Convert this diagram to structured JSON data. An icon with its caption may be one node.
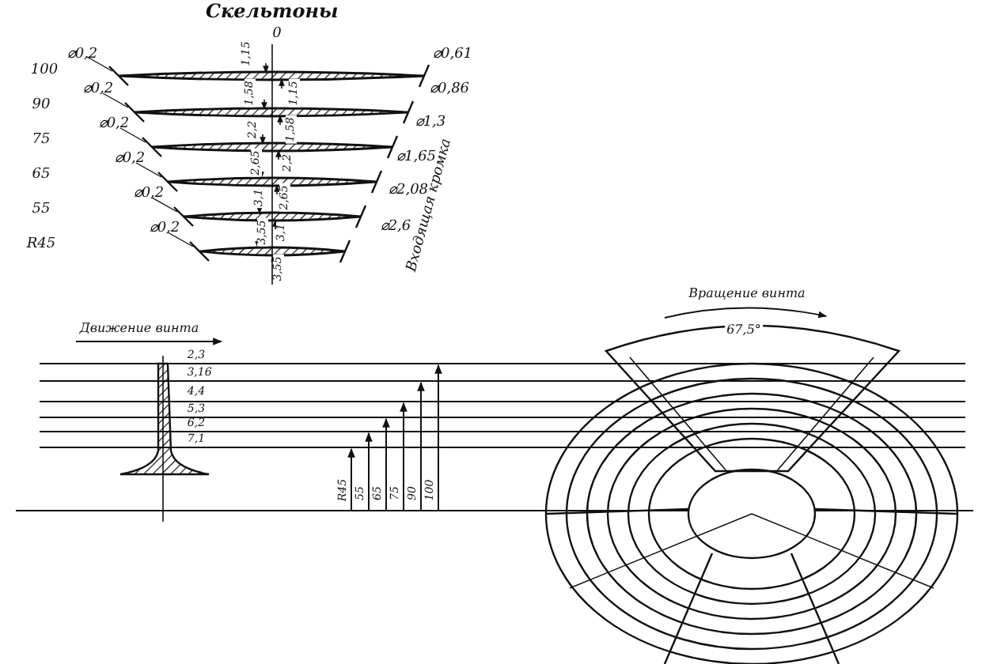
{
  "diagram": {
    "title": "Скельтоны",
    "labels": [
      "0",
      "⌀0,2",
      "⌀0,61",
      "100",
      "⌀0,2",
      "⌀0,86",
      "90",
      "⌀0,2",
      "⌀1,3",
      "75",
      "⌀0,2",
      "⌀1,65",
      "65",
      "⌀0,2",
      "⌀2,08",
      "55",
      "⌀0,2",
      "⌀2,6",
      "R45",
      "1,15",
      "1,58",
      "2,2",
      "2,65",
      "3,1",
      "3,55",
      "1,15",
      "1,58",
      "2,2",
      "2,65",
      "3,1",
      "3,55",
      "Входящая кромка",
      "Движение винта",
      "2,3",
      "3,16",
      "4,4",
      "5,3",
      "6,2",
      "7,1",
      "R45",
      "55",
      "65",
      "75",
      "90",
      "100",
      "Вращение винта",
      "67,5°"
    ]
  }
}
